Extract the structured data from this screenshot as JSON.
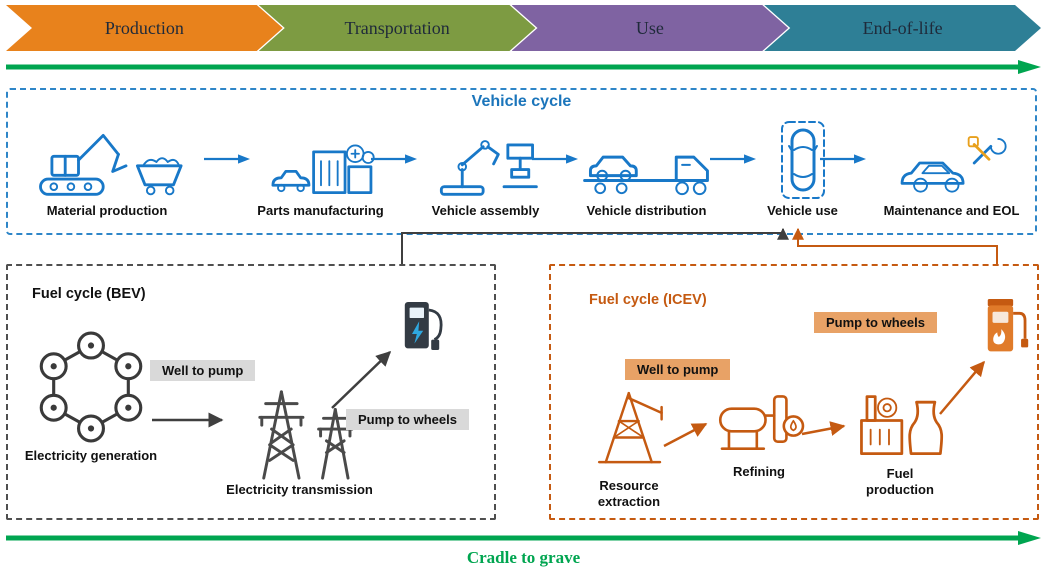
{
  "lifecycle_phases": [
    {
      "label": "Production",
      "color": "#E8821C"
    },
    {
      "label": "Transportation",
      "color": "#7D9B42"
    },
    {
      "label": "Use",
      "color": "#7F63A2"
    },
    {
      "label": "End-of-life",
      "color": "#2E7F96"
    }
  ],
  "vehicle_cycle": {
    "title": "Vehicle cycle",
    "stages": [
      {
        "label": "Material production",
        "icon": "excavator-and-ore-cart-icon"
      },
      {
        "label": "Parts manufacturing",
        "icon": "factory-icon"
      },
      {
        "label": "Vehicle assembly",
        "icon": "robot-arm-icon"
      },
      {
        "label": "Vehicle distribution",
        "icon": "car-carrier-truck-icon"
      },
      {
        "label": "Vehicle use",
        "icon": "car-top-view-icon"
      },
      {
        "label": "Maintenance and EOL",
        "icon": "car-repair-icon"
      }
    ]
  },
  "fuel_cycle_bev": {
    "title": "Fuel cycle (BEV)",
    "well_to_pump_label": "Well to pump",
    "pump_to_wheels_label": "Pump to wheels",
    "stages": [
      {
        "label": "Electricity generation",
        "icon": "energy-mix-ring-icon"
      },
      {
        "label": "Electricity transmission",
        "icon": "transmission-towers-icon"
      }
    ],
    "endpoint_icon": "ev-charging-station-icon"
  },
  "fuel_cycle_icev": {
    "title": "Fuel cycle (ICEV)",
    "well_to_pump_label": "Well to pump",
    "pump_to_wheels_label": "Pump to wheels",
    "stages": [
      {
        "label": "Resource extraction",
        "icon": "oil-derrick-icon"
      },
      {
        "label": "Refining",
        "icon": "refinery-icon"
      },
      {
        "label": "Fuel production",
        "icon": "fuel-plant-icon"
      }
    ],
    "endpoint_icon": "fuel-pump-icon"
  },
  "bottom_label": "Cradle to grave",
  "colors": {
    "vehicle_cycle_blue": "#1878C8",
    "bev_gray": "#4f4f4f",
    "icev_orange": "#C55A11",
    "timeline_green": "#00A550",
    "chip_gray_bg": "#D9D9D9",
    "chip_orange_bg": "#E8A266"
  }
}
